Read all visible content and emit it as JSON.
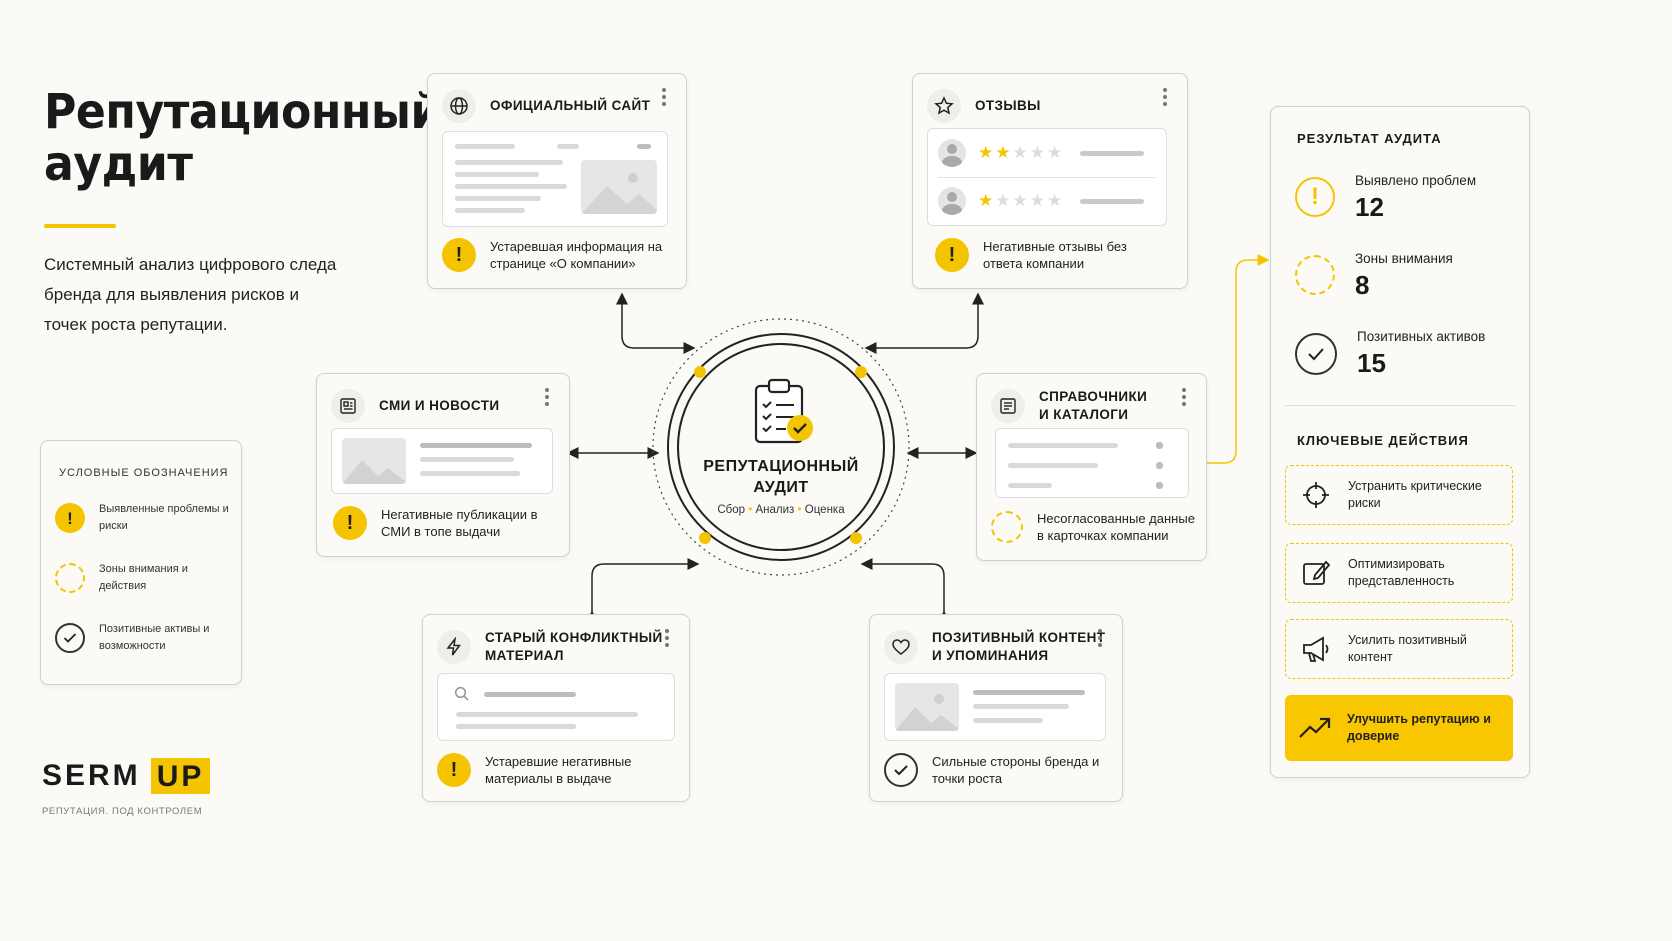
{
  "header": {
    "title_line1": "Репутационный",
    "title_line2": "аудит",
    "subtitle": "Системный анализ цифрового следа бренда для выявления рисков и точек роста репутации."
  },
  "colors": {
    "accent": "#f5c400",
    "text": "#1a1a1a",
    "border": "#cfcfcf",
    "background": "#fbfaf6"
  },
  "center": {
    "icon": "clipboard-check-icon",
    "title": "РЕПУТАЦИОННЫЙ АУДИТ",
    "steps": [
      "Сбор",
      "Анализ",
      "Оценка"
    ]
  },
  "cards": {
    "official_site": {
      "icon": "globe-icon",
      "title": "ОФИЦИАЛЬНЫЙ САЙТ",
      "note": "Устаревшая информация на странице «О компании»",
      "status": "problem"
    },
    "reviews": {
      "icon": "star-icon",
      "title": "ОТЗЫВЫ",
      "note": "Негативные отзывы без ответа компании",
      "status": "problem",
      "ratings": [
        2,
        1
      ]
    },
    "media": {
      "icon": "newspaper-icon",
      "title": "СМИ И НОВОСТИ",
      "note": "Негативные публикации в СМИ в топе выдачи",
      "status": "problem"
    },
    "directories": {
      "icon": "catalog-icon",
      "title_line1": "СПРАВОЧНИКИ",
      "title_line2": "И КАТАЛОГИ",
      "note": "Несогласованные данные в карточках компании",
      "status": "attention"
    },
    "old_material": {
      "icon": "lightning-icon",
      "title_line1": "СТАРЫЙ КОНФЛИКТНЫЙ",
      "title_line2": "МАТЕРИАЛ",
      "note": "Устаревшие негативные материалы в выдаче",
      "status": "problem"
    },
    "positive": {
      "icon": "heart-icon",
      "title_line1": "ПОЗИТИВНЫЙ КОНТЕНТ",
      "title_line2": "И УПОМИНАНИЯ",
      "note": "Сильные стороны бренда и точки роста",
      "status": "positive"
    }
  },
  "legend": {
    "title": "УСЛОВНЫЕ ОБОЗНАЧЕНИЯ",
    "items": [
      {
        "icon": "warning-icon",
        "label": "Выявленные проблемы и риски"
      },
      {
        "icon": "dashed-circle-icon",
        "label": "Зоны внимания и действия"
      },
      {
        "icon": "check-circle-icon",
        "label": "Позитивные активы и возможности"
      }
    ]
  },
  "result": {
    "title": "РЕЗУЛЬТАТ АУДИТА",
    "stats": [
      {
        "icon": "warning-icon",
        "label": "Выявлено проблем",
        "value": "12"
      },
      {
        "icon": "dashed-circle-icon",
        "label": "Зоны внимания",
        "value": "8"
      },
      {
        "icon": "check-circle-icon",
        "label": "Позитивных активов",
        "value": "15"
      }
    ],
    "actions_title": "КЛЮЧЕВЫЕ ДЕЙСТВИЯ",
    "actions": [
      {
        "icon": "crosshair-icon",
        "label": "Устранить критические риски"
      },
      {
        "icon": "edit-icon",
        "label": "Оптимизировать представленность"
      },
      {
        "icon": "megaphone-icon",
        "label": "Усилить позитивный контент"
      },
      {
        "icon": "trend-up-icon",
        "label": "Улучшить репутацию и доверие"
      }
    ]
  },
  "brand": {
    "logo_left": "SERM",
    "logo_right": "UP",
    "tagline": "РЕПУТАЦИЯ. ПОД КОНТРОЛЕМ"
  }
}
